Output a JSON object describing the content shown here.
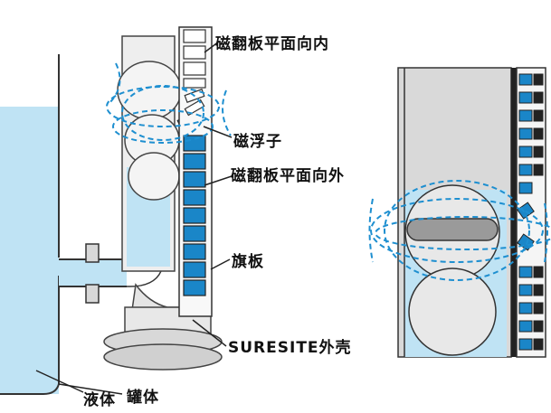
{
  "labels": {
    "flap_inward": "磁翻板平面向内",
    "magnetic_float": "磁浮子",
    "flap_outward": "磁翻板平面向外",
    "flag_plate": "旗板",
    "shell_prefix": "SURESITE",
    "shell_suffix": "外壳",
    "liquid": "液体",
    "tank": "罐体"
  },
  "colors": {
    "liquid": "#bfe3f4",
    "flap_outward": "#1a86c8",
    "field_lines": "#1e8fd0",
    "steel": "#d8d8d8",
    "outline": "#222222"
  }
}
